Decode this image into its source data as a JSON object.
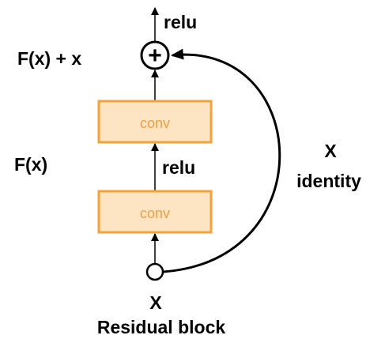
{
  "diagram": {
    "caption": "Residual block",
    "input_label": "X",
    "output_activation": "relu",
    "middle_activation": "relu",
    "sum_label": "F(x) + x",
    "residual_label": "F(x)",
    "shortcut_label_line1": "X",
    "shortcut_label_line2": "identity",
    "adder_symbol": "+",
    "layers": [
      {
        "label": "conv"
      },
      {
        "label": "conv"
      }
    ]
  },
  "colors": {
    "box_fill": "#FDE5C3",
    "box_border": "#F5A23A",
    "box_text": "#E8A045",
    "line": "#000000"
  }
}
